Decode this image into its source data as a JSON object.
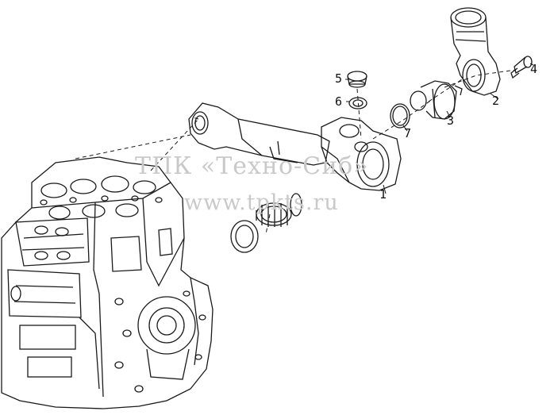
{
  "watermark": {
    "line1": "ТПК «Техно-Сиб»",
    "line2": "www.tpkts.ru"
  },
  "callouts": [
    {
      "id": "1",
      "text": "1"
    },
    {
      "id": "2",
      "text": "2"
    },
    {
      "id": "3",
      "text": "3"
    },
    {
      "id": "4",
      "text": "4"
    },
    {
      "id": "5",
      "text": "5"
    },
    {
      "id": "6",
      "text": "6"
    },
    {
      "id": "7",
      "text": "7"
    }
  ],
  "colors": {
    "line": "#1a1a1a",
    "watermark": "#c9c9c9",
    "background": "#ffffff"
  }
}
